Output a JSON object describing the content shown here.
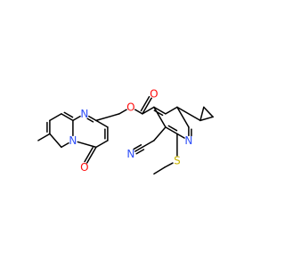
{
  "molecule": {
    "labels": {
      "n_pyrimidine": "N",
      "n_bridgehead": "N",
      "o_ketone": "O",
      "o_ester_single": "O",
      "o_ester_double": "O",
      "n_pyridine": "N",
      "n_nitrile": "N",
      "s_thioether": "S"
    },
    "colors": {
      "bond": "#000000",
      "nitrogen": "#3050F8",
      "oxygen": "#FF0D0D",
      "sulfur": "#C8B400",
      "background": "#FFFFFF"
    }
  }
}
